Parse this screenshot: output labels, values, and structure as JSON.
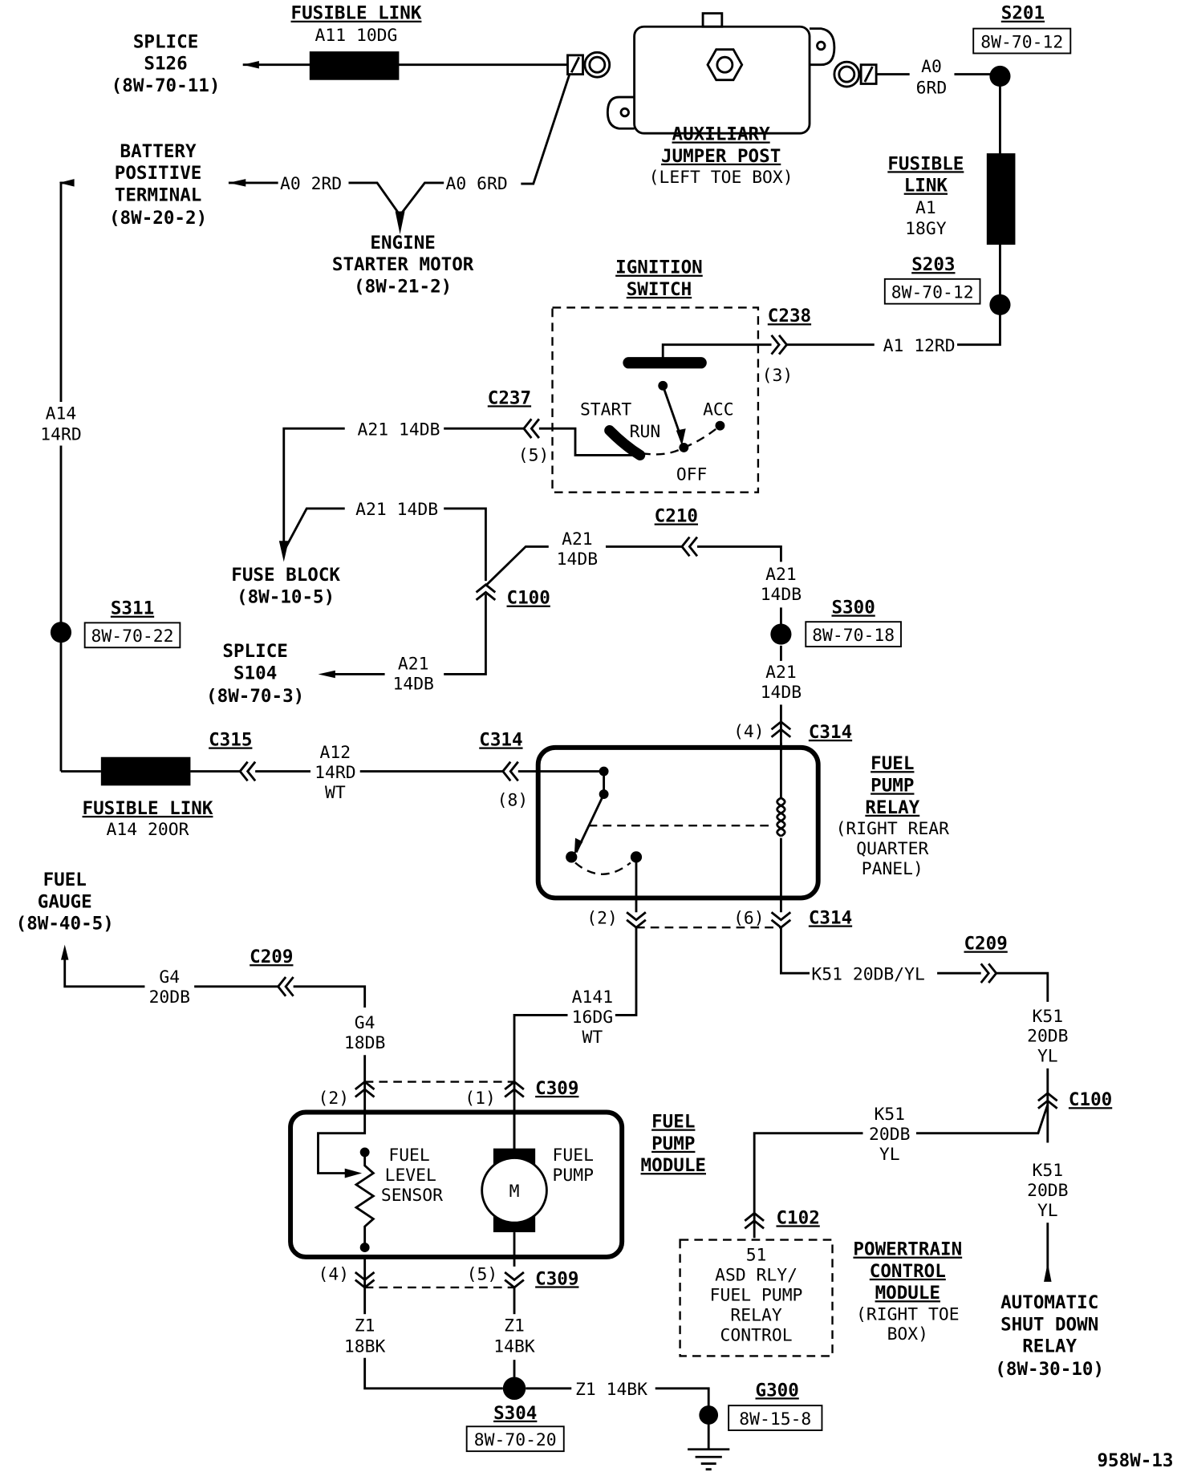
{
  "figure_id": "958W-13",
  "components": {
    "splice_s126": {
      "line1": "SPLICE",
      "line2": "S126",
      "ref": "(8W-70-11)"
    },
    "fusible_link_top": {
      "title": "FUSIBLE LINK",
      "wire": "A11 10DG"
    },
    "aux_jumper_post": {
      "line1": "AUXILIARY",
      "line2": "JUMPER POST",
      "location": "(LEFT TOE BOX)"
    },
    "battery_positive": {
      "line1": "BATTERY",
      "line2": "POSITIVE",
      "line3": "TERMINAL",
      "ref": "(8W-20-2)"
    },
    "engine_starter": {
      "line1": "ENGINE",
      "line2": "STARTER MOTOR",
      "ref": "(8W-21-2)"
    },
    "s201": {
      "name": "S201",
      "ref": "8W-70-12"
    },
    "fusible_link_right": {
      "line1": "FUSIBLE",
      "line2": "LINK",
      "wire1": "A1",
      "wire2": "18GY"
    },
    "s203": {
      "name": "S203",
      "ref": "8W-70-12"
    },
    "ignition_switch": {
      "line1": "IGNITION",
      "line2": "SWITCH",
      "pos_start": "START",
      "pos_run": "RUN",
      "pos_acc": "ACC",
      "pos_off": "OFF"
    },
    "c238": {
      "name": "C238",
      "pin": "(3)"
    },
    "c237": {
      "name": "C237",
      "pin": "(5)"
    },
    "c210": {
      "name": "C210"
    },
    "c100_top": {
      "name": "C100"
    },
    "fuse_block": {
      "line1": "FUSE BLOCK",
      "ref": "(8W-10-5)"
    },
    "splice_s104": {
      "line1": "SPLICE",
      "line2": "S104",
      "ref": "(8W-70-3)"
    },
    "s311": {
      "name": "S311",
      "ref": "8W-70-22"
    },
    "s300": {
      "name": "S300",
      "ref": "8W-70-18"
    },
    "c315": {
      "name": "C315"
    },
    "fusible_link_bottom": {
      "title": "FUSIBLE LINK",
      "wire": "A14 20OR"
    },
    "c314_left": {
      "name": "C314",
      "pin": "(8)"
    },
    "c314_top": {
      "name": "C314",
      "pin": "(4)"
    },
    "c314_bottom": {
      "name": "C314",
      "pin_left": "(2)",
      "pin_right": "(6)"
    },
    "fuel_pump_relay": {
      "line1": "FUEL",
      "line2": "PUMP",
      "line3": "RELAY",
      "loc1": "(RIGHT REAR",
      "loc2": "QUARTER",
      "loc3": "PANEL)"
    },
    "fuel_gauge": {
      "line1": "FUEL",
      "line2": "GAUGE",
      "ref": "(8W-40-5)"
    },
    "c209_left": {
      "name": "C209"
    },
    "c209_right": {
      "name": "C209"
    },
    "c309_top": {
      "name": "C309",
      "pin_left": "(2)",
      "pin_right": "(1)"
    },
    "c309_bottom": {
      "name": "C309",
      "pin_left": "(4)",
      "pin_right": "(5)"
    },
    "fuel_pump_module": {
      "line1": "FUEL",
      "line2": "PUMP",
      "line3": "MODULE",
      "sensor1": "FUEL",
      "sensor2": "LEVEL",
      "sensor3": "SENSOR",
      "pump1": "FUEL",
      "pump2": "PUMP",
      "motor": "M"
    },
    "c100_bottom": {
      "name": "C100"
    },
    "c102": {
      "name": "C102"
    },
    "pcm": {
      "pin": "51",
      "fn1": "ASD RLY/",
      "fn2": "FUEL PUMP",
      "fn3": "RELAY",
      "fn4": "CONTROL",
      "line1": "POWERTRAIN",
      "line2": "CONTROL",
      "line3": "MODULE",
      "loc1": "(RIGHT TOE",
      "loc2": "BOX)"
    },
    "asd_relay": {
      "line1": "AUTOMATIC",
      "line2": "SHUT DOWN",
      "line3": "RELAY",
      "ref": "(8W-30-10)"
    },
    "s304": {
      "name": "S304",
      "ref": "8W-70-20"
    },
    "g300": {
      "name": "G300",
      "ref": "8W-15-8"
    }
  },
  "wires": {
    "a0_6rd_right": {
      "l1": "A0",
      "l2": "6RD"
    },
    "a0_2rd": "A0 2RD",
    "a0_6rd_left": "A0 6RD",
    "a1_12rd": "A1 12RD",
    "a14_14rd": {
      "l1": "A14",
      "l2": "14RD"
    },
    "a21_ign": "A21 14DB",
    "a21_fuse": "A21 14DB",
    "a21_c210": {
      "l1": "A21",
      "l2": "14DB"
    },
    "a21_s300_top": {
      "l1": "A21",
      "l2": "14DB"
    },
    "a21_s300_bottom": {
      "l1": "A21",
      "l2": "14DB"
    },
    "a21_s104": {
      "l1": "A21",
      "l2": "14DB"
    },
    "a12": {
      "l1": "A12",
      "l2": "14RD",
      "l3": "WT"
    },
    "k51_relay": "K51 20DB/YL",
    "k51_right_top": {
      "l1": "K51",
      "l2": "20DB",
      "l3": "YL"
    },
    "k51_pcm": {
      "l1": "K51",
      "l2": "20DB",
      "l3": "YL"
    },
    "k51_right_bottom": {
      "l1": "K51",
      "l2": "20DB",
      "l3": "YL"
    },
    "g4_20db": {
      "l1": "G4",
      "l2": "20DB"
    },
    "g4_18db": {
      "l1": "G4",
      "l2": "18DB"
    },
    "a141": {
      "l1": "A141",
      "l2": "16DG",
      "l3": "WT"
    },
    "z1_18bk": {
      "l1": "Z1",
      "l2": "18BK"
    },
    "z1_14bk_v": {
      "l1": "Z1",
      "l2": "14BK"
    },
    "z1_14bk_h": "Z1 14BK"
  }
}
